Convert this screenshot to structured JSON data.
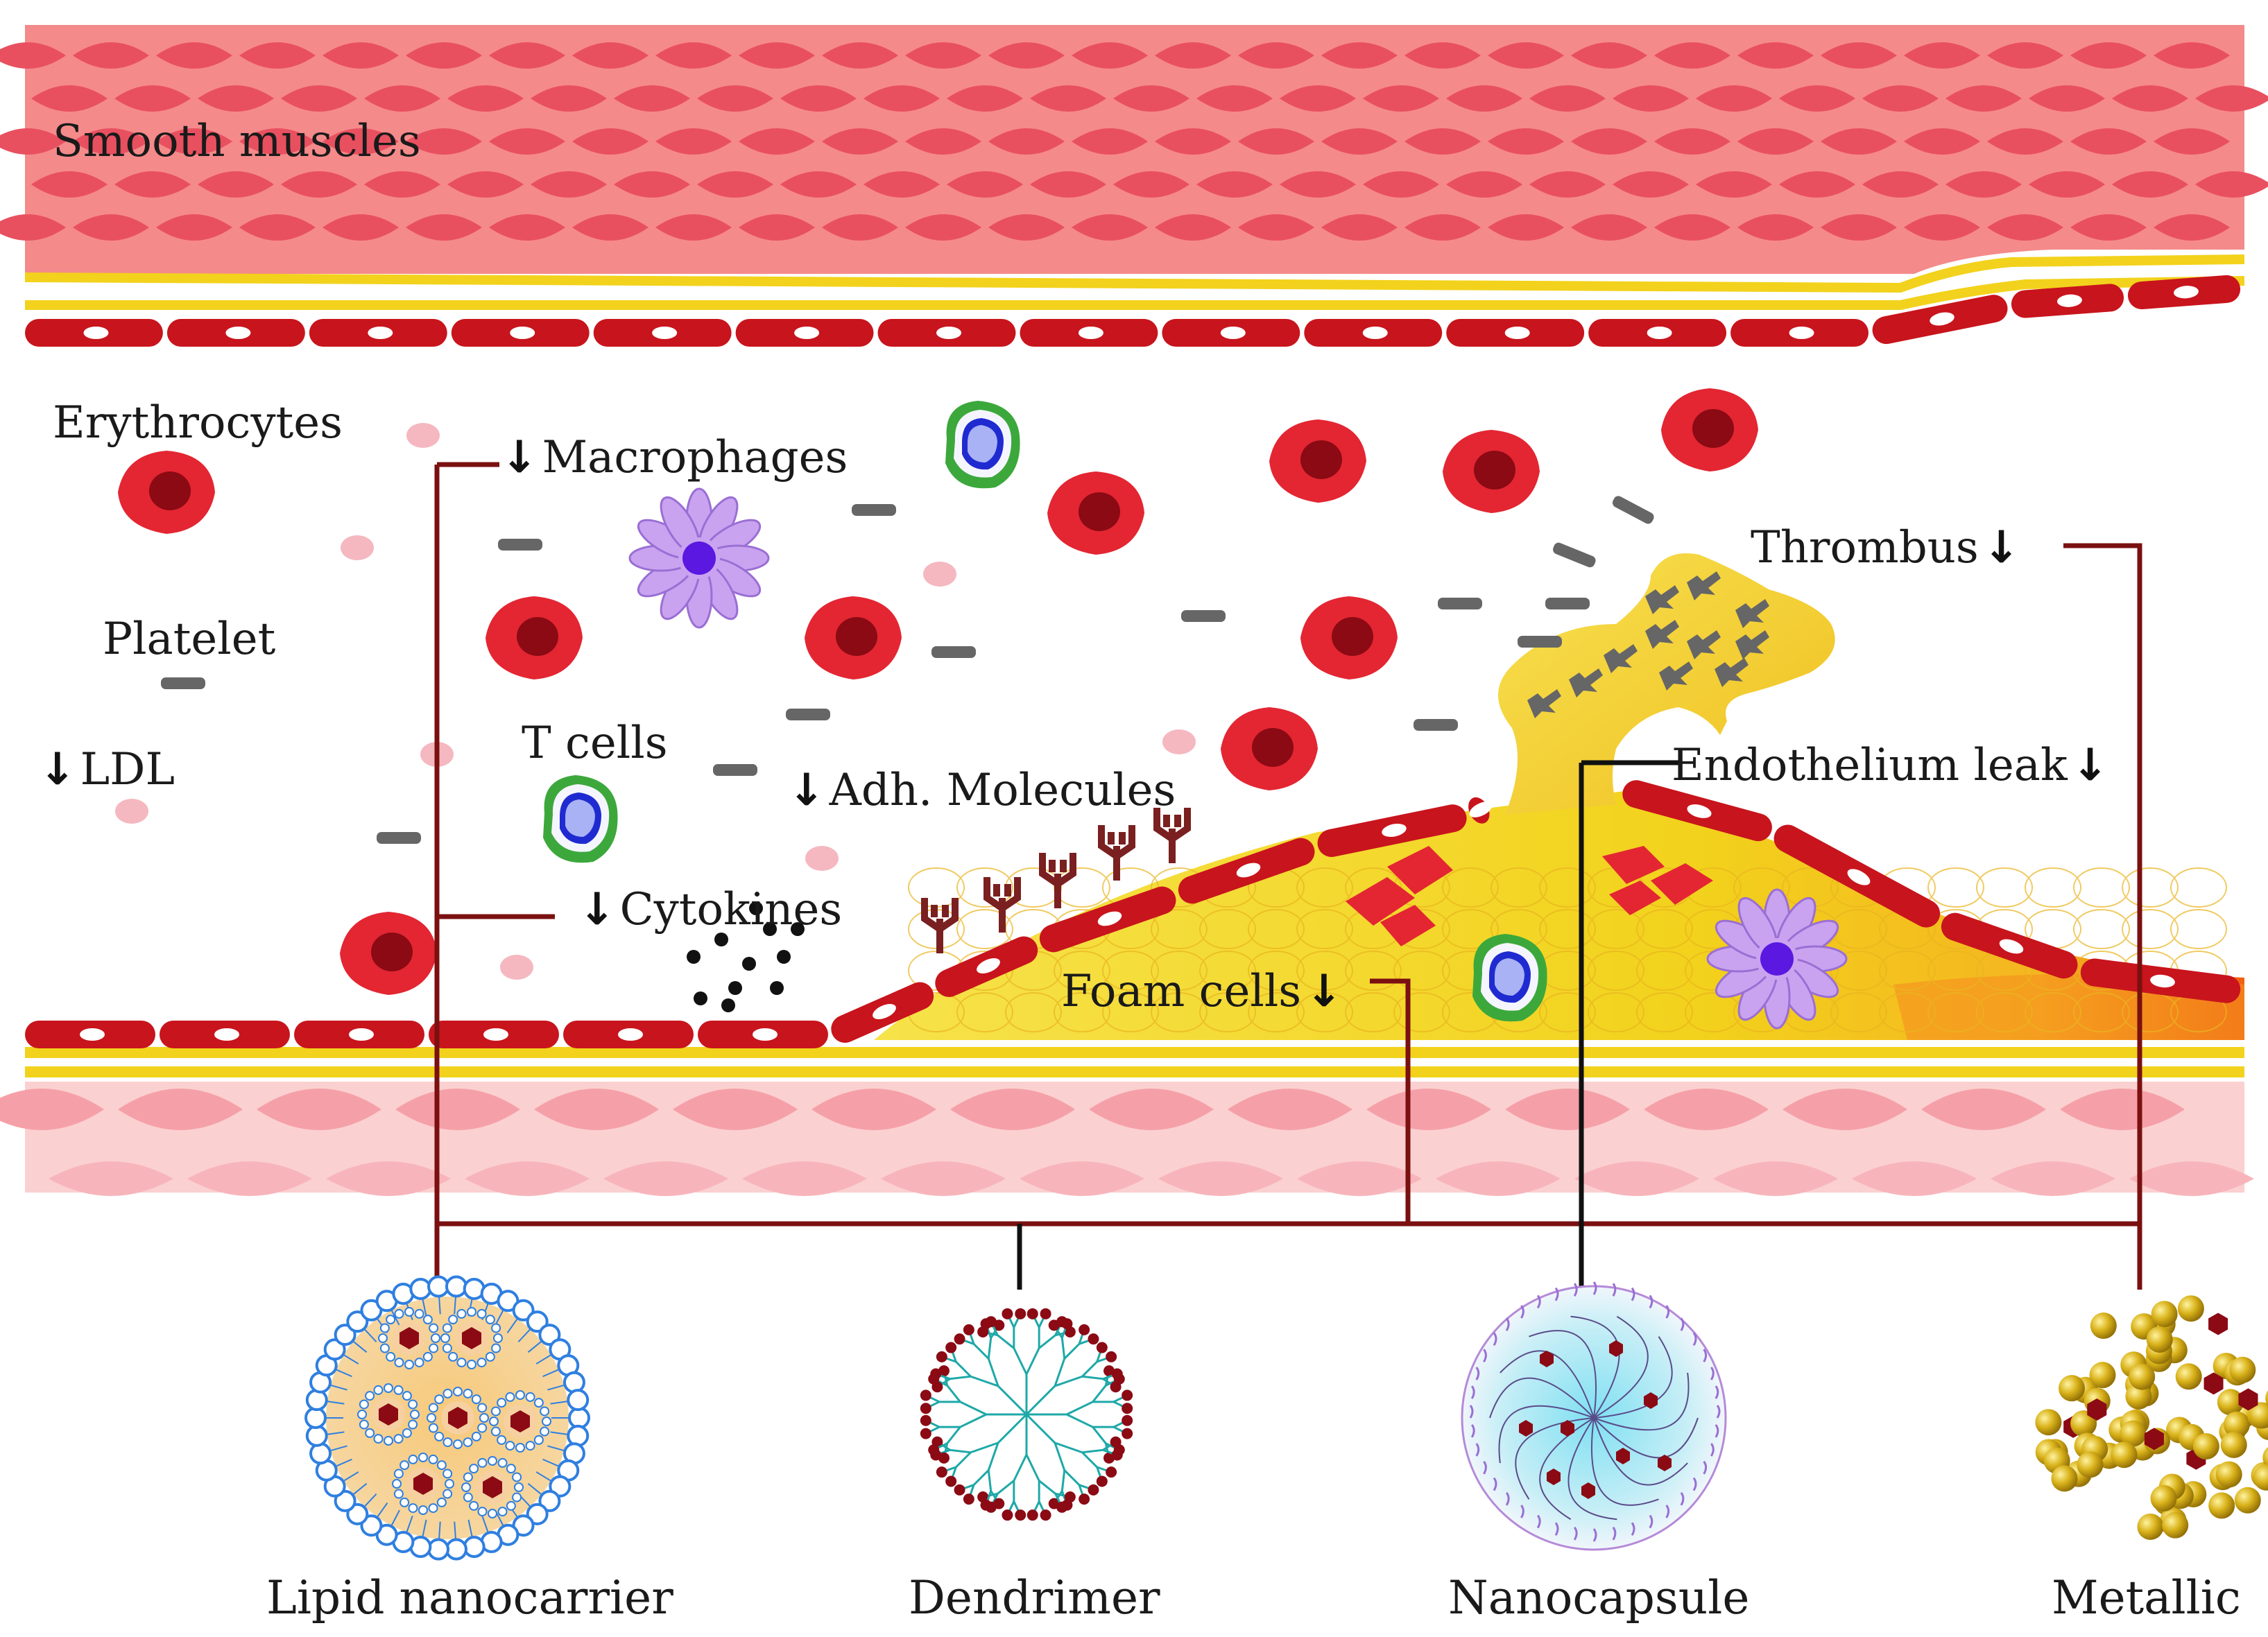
{
  "labels": {
    "smooth_muscles": "Smooth muscles",
    "erythrocytes": "Erythrocytes",
    "platelet": "Platelet",
    "ldl": "LDL",
    "macrophages": "Macrophages",
    "t_cells": "T cells",
    "adh_molecules": "Adh. Molecules",
    "cytokines": "Cytokines",
    "foam_cells": "Foam cells",
    "thrombus": "Thrombus",
    "endothelium_leak": "Endothelium leak"
  },
  "decrease_symbol": "↓",
  "nanocarriers": [
    "Lipid nanocarrier",
    "Dendrimer",
    "Nanocapsule",
    "Metallic"
  ],
  "colors": {
    "muscle_bg": "#f58a8a",
    "muscle_cell": "#e85060",
    "endothelium": "#c8141c",
    "rbc": "#e32632",
    "rbc_core": "#8b0a14",
    "plaque": "#f2d21c",
    "connector": "#7a1010"
  }
}
